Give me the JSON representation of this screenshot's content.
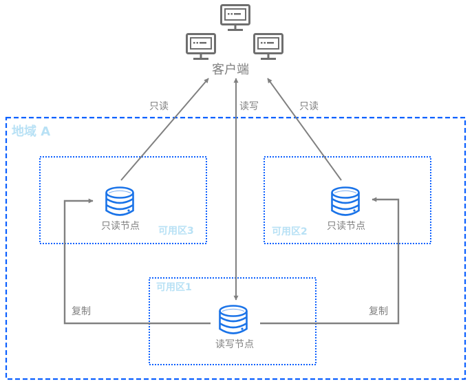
{
  "diagram": {
    "colors": {
      "region_border": "#0a5fff",
      "zone_border": "#0a5fff",
      "zone_label": "#b8e1f5",
      "db_icon": "#1a73e8",
      "arrow": "#808080",
      "monitor": "#6e6e6e",
      "text": "#7f7f7f"
    },
    "client": {
      "label": "客户端",
      "icon": "monitor-icon",
      "monitor_count": 3
    },
    "region": {
      "label": "地域 A"
    },
    "zones": [
      {
        "id": "zone3",
        "label": "可用区3",
        "node_label": "只读节点",
        "node_icon": "database-icon"
      },
      {
        "id": "zone2",
        "label": "可用区2",
        "node_label": "只读节点",
        "node_icon": "database-icon"
      },
      {
        "id": "zone1",
        "label": "可用区1",
        "node_label": "读写节点",
        "node_icon": "database-icon"
      }
    ],
    "edges": [
      {
        "from": "zone3-node",
        "to": "client",
        "label": "只读",
        "direction": "one-way"
      },
      {
        "from": "zone2-node",
        "to": "client",
        "label": "只读",
        "direction": "one-way"
      },
      {
        "from": "zone1-node",
        "to": "client",
        "label": "读写",
        "direction": "two-way"
      },
      {
        "from": "zone1-node",
        "to": "zone3-node",
        "label": "复制",
        "direction": "one-way"
      },
      {
        "from": "zone1-node",
        "to": "zone2-node",
        "label": "复制",
        "direction": "one-way"
      }
    ]
  }
}
